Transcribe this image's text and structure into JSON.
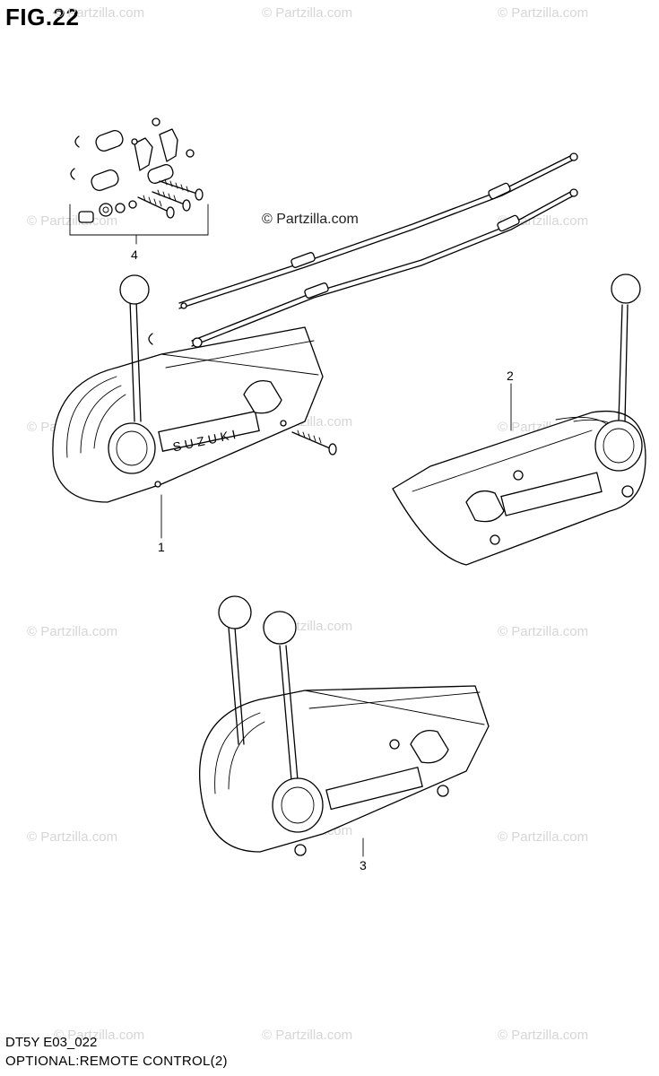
{
  "figure": {
    "title": "FIG.22",
    "code": "DT5Y E03_022",
    "caption": "OPTIONAL:REMOTE CONTROL(2)"
  },
  "watermark": {
    "text": "© Partzilla.com"
  },
  "callouts": [
    {
      "number": "1"
    },
    {
      "number": "2"
    },
    {
      "number": "3"
    },
    {
      "number": "4"
    }
  ],
  "brand_text": "SUZUKI"
}
